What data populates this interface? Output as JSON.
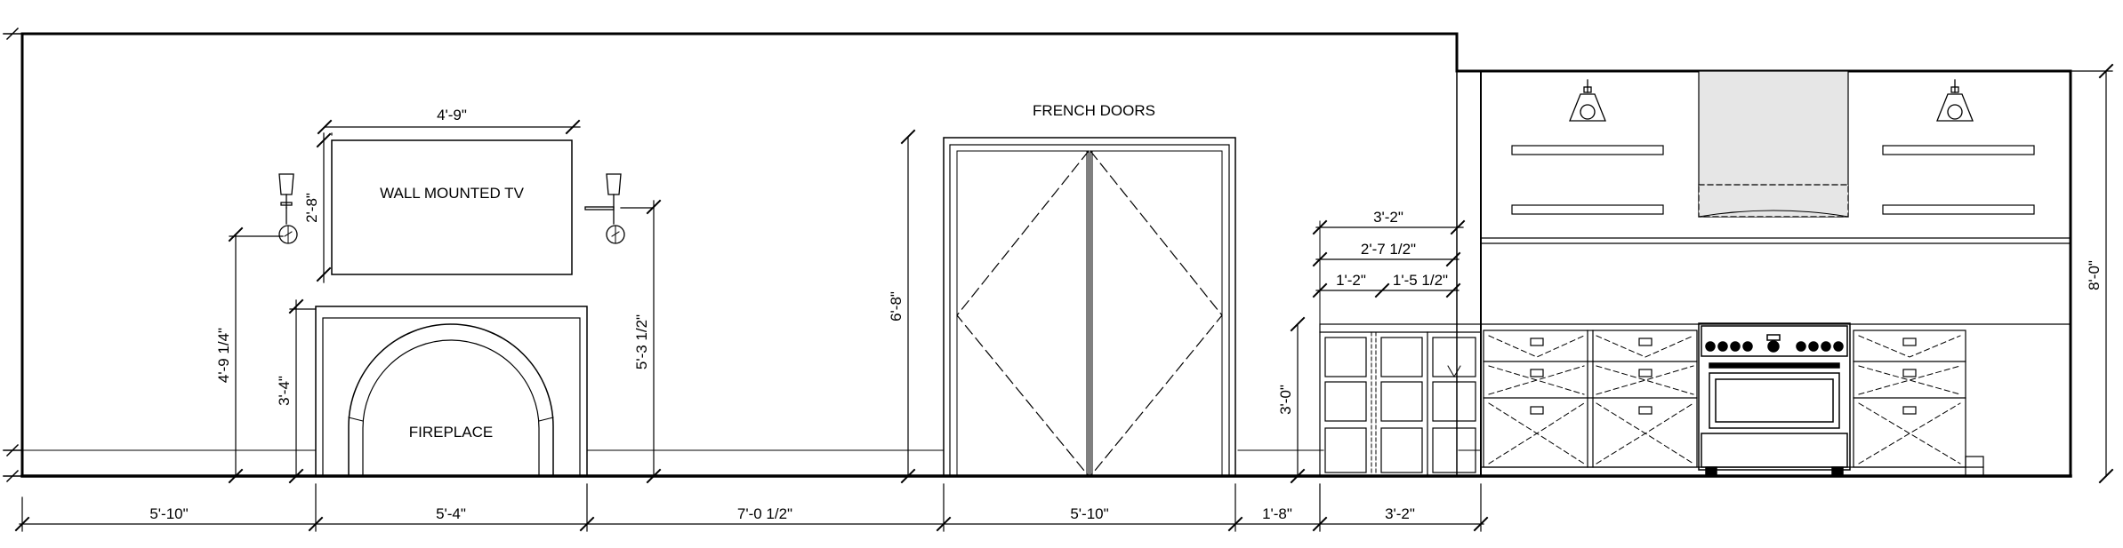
{
  "labels": {
    "tv": "WALL MOUNTED TV",
    "fireplace": "FIREPLACE",
    "french_doors": "FRENCH DOORS"
  },
  "dimensions": {
    "tv_width": "4'-9\"",
    "tv_height": "2'-8\"",
    "sconce_left_height": "4'-9 1/4\"",
    "fireplace_height": "3'-4\"",
    "sconce_right_height": "5'-3 1/2\"",
    "door_height": "6'-8\"",
    "counter_height": "3'-0\"",
    "cabinet_depth_total": "3'-2\"",
    "cabinet_depth_a": "2'-7 1/2\"",
    "cabinet_depth_b": "1'-2\"",
    "cabinet_depth_c": "1'-5 1/2\"",
    "wall_height": "8'-0\"",
    "bottom_1": "5'-10\"",
    "bottom_2": "5'-4\"",
    "bottom_3": "7'-0 1/2\"",
    "bottom_4": "5'-10\"",
    "bottom_5": "1'-8\"",
    "bottom_6": "3'-2\""
  }
}
